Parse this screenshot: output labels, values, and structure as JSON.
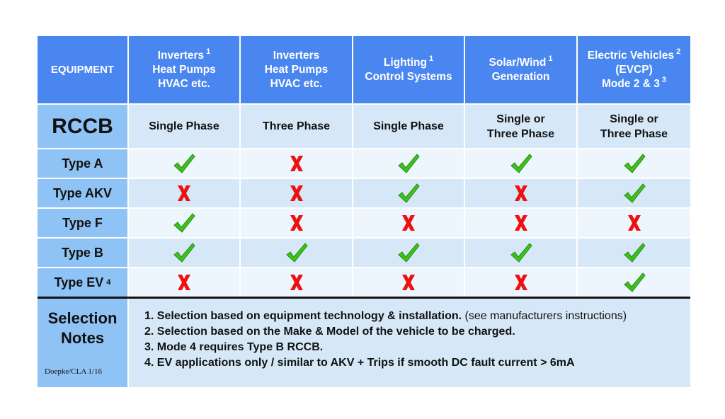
{
  "table": {
    "header": {
      "equipment_label": "EQUIPMENT",
      "columns": [
        {
          "lines": [
            "Inverters",
            "Heat Pumps",
            "HVAC etc."
          ],
          "note_ref": "1",
          "note_line": 0
        },
        {
          "lines": [
            "Inverters",
            "Heat Pumps",
            "HVAC etc."
          ],
          "note_ref": "",
          "note_line": 0
        },
        {
          "lines": [
            "Lighting",
            "Control Systems"
          ],
          "note_ref": "1",
          "note_line": 0
        },
        {
          "lines": [
            "Solar/Wind",
            "Generation"
          ],
          "note_ref": "1",
          "note_line": 0
        },
        {
          "lines": [
            "Electric Vehicles",
            "(EVCP)",
            "Mode 2 & 3"
          ],
          "note_ref": "2",
          "note_line": 0,
          "note_ref_2": "3"
        }
      ]
    },
    "rccb_row": {
      "label": "RCCB",
      "phases": [
        [
          "Single Phase"
        ],
        [
          "Three Phase"
        ],
        [
          "Single Phase"
        ],
        [
          "Single or",
          "Three Phase"
        ],
        [
          "Single or",
          "Three Phase"
        ]
      ]
    },
    "rows": [
      {
        "label": "Type A",
        "note_ref": "",
        "values": [
          "yes",
          "no",
          "yes",
          "yes",
          "yes"
        ]
      },
      {
        "label": "Type AKV",
        "note_ref": "",
        "values": [
          "no",
          "no",
          "yes",
          "no",
          "yes"
        ]
      },
      {
        "label": "Type F",
        "note_ref": "",
        "values": [
          "yes",
          "no",
          "no",
          "no",
          "no"
        ]
      },
      {
        "label": "Type B",
        "note_ref": "",
        "values": [
          "yes",
          "yes",
          "yes",
          "yes",
          "yes"
        ]
      },
      {
        "label": "Type EV",
        "note_ref": "4",
        "values": [
          "no",
          "no",
          "no",
          "no",
          "yes"
        ]
      }
    ],
    "legend": {
      "yes": "green-check-icon",
      "no": "red-x-icon"
    }
  },
  "notes": {
    "title_line1": "Selection",
    "title_line2": "Notes",
    "credit": "Doepke/CLA 1/16",
    "items": [
      {
        "text": "1. Selection based on equipment technology & installation.",
        "extra": " (see manufacturers instructions)"
      },
      {
        "text": "2. Selection based on the Make & Model of the vehicle to be charged.",
        "extra": ""
      },
      {
        "text": "3. Mode 4 requires Type B RCCB.",
        "extra": ""
      },
      {
        "text": "4. EV applications only / similar to AKV + Trips if smooth DC fault current > 6mA",
        "extra": ""
      }
    ]
  },
  "colors": {
    "header_blue": "#4a86f0",
    "label_blue": "#8fc3f5",
    "row_light": "#eef6fd",
    "row_mid": "#d6e8f8",
    "check_green": "#3cc21e",
    "x_red": "#ee1111"
  }
}
